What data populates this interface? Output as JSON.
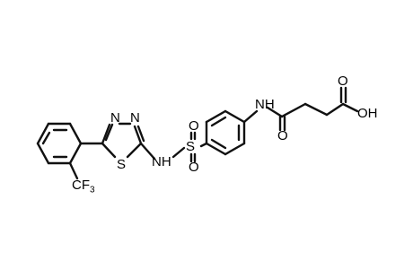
{
  "structure": {
    "atom_labels": {
      "n_thiadiazole_left": "N",
      "n_thiadiazole_right": "N",
      "s_thiadiazole": "S",
      "nh_sulfonamide": "NH",
      "s_sulfonyl": "S",
      "o_sulfonyl_top": "O",
      "o_sulfonyl_bottom": "O",
      "nh_amide": "NH",
      "o_amide": "O",
      "o_acid": "O",
      "oh_acid": "OH",
      "cf3_main": "CF",
      "cf3_subscript": "3"
    }
  }
}
